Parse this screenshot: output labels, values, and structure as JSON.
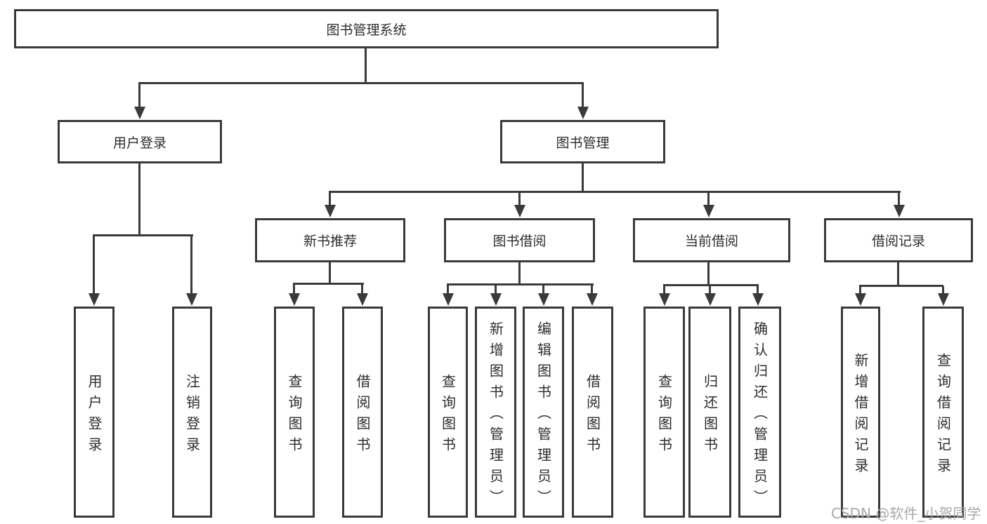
{
  "colors": {
    "line": "#3a3a3a",
    "box_border": "#3a3a3a",
    "text": "#2d2d2d",
    "background": "#ffffff",
    "watermark": "#a8a8a8"
  },
  "watermark": "CSDN @软件_小贺同学",
  "tree": {
    "root": "图书管理系统",
    "level2": {
      "user_login": "用户登录",
      "book_mgmt": "图书管理"
    },
    "level3": {
      "new_rec": "新书推荐",
      "borrow": "图书借阅",
      "current": "当前借阅",
      "records": "借阅记录"
    },
    "leaves": {
      "login": "用户登录",
      "logout": "注销登录",
      "rec_query": "查询图书",
      "rec_borrow": "借阅图书",
      "borrow_query": "查询图书",
      "borrow_add": "新增图书（管理员）",
      "borrow_edit": "编辑图书（管理员）",
      "borrow_do": "借阅图书",
      "cur_query": "查询图书",
      "cur_return": "归还图书",
      "cur_confirm": "确认归还（管理员）",
      "records_add": "新增借阅记录",
      "records_query": "查询借阅记录"
    }
  }
}
